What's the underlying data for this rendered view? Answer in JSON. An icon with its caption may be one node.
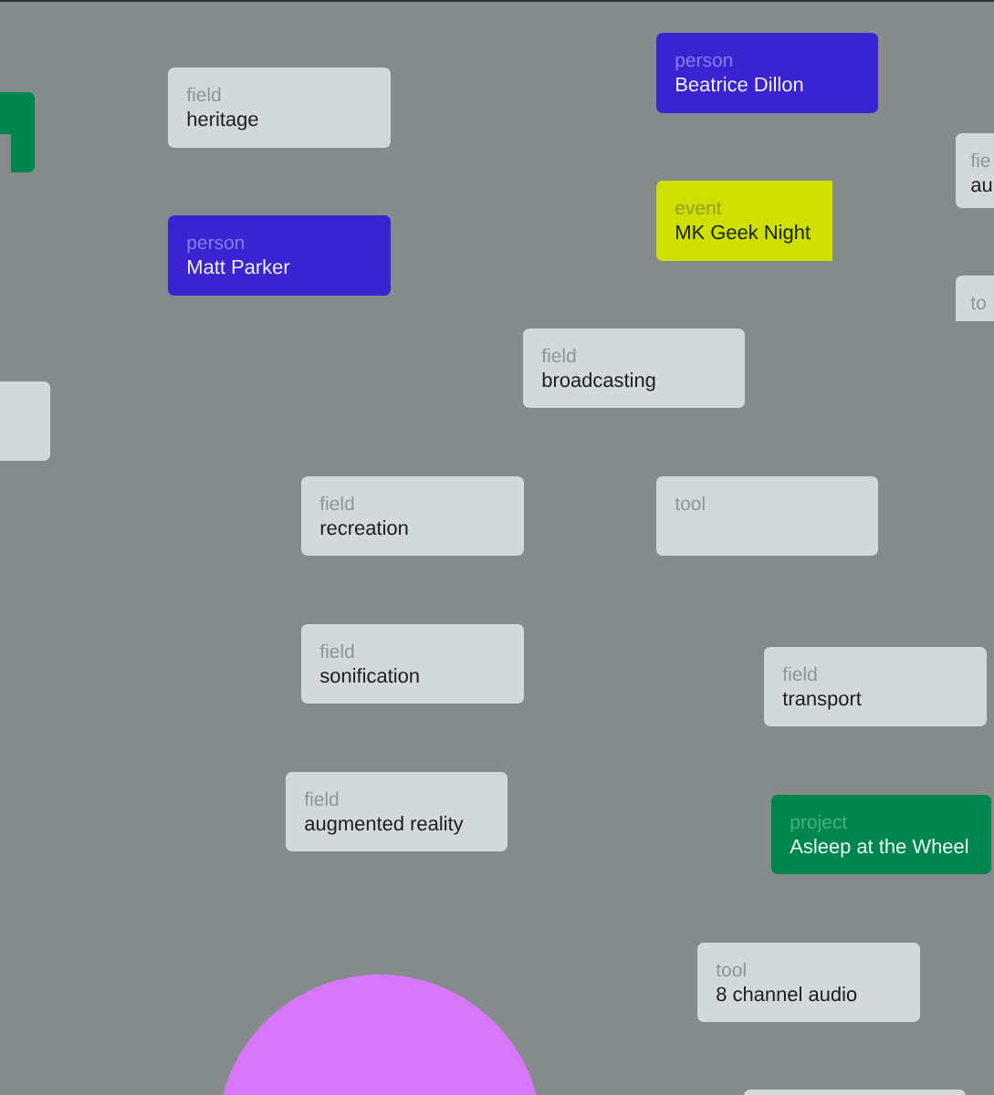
{
  "diagram": {
    "nodes": [
      {
        "text": [
          "person",
          "Beatrice Dillon"
        ]
      },
      {
        "text": [
          "field",
          "heritage"
        ]
      },
      {
        "text": [],
        "shape": "box"
      },
      {
        "text": [
          "fie",
          "au"
        ]
      },
      {
        "text": [
          "event",
          "MK Geek Night"
        ]
      },
      {
        "text": [
          "person",
          "Matt Parker"
        ]
      },
      {
        "text": [
          "to"
        ]
      },
      {
        "text": [
          "field",
          "broadcasting"
        ]
      },
      {
        "text": [],
        "shape": "box"
      },
      {
        "text": [
          "field",
          "recreation"
        ]
      },
      {
        "text": [
          "tool"
        ]
      },
      {
        "text": [
          "field",
          "sonification"
        ]
      },
      {
        "text": [
          "field",
          "transport"
        ]
      },
      {
        "text": [
          "field",
          "augmented reality"
        ]
      },
      {
        "text": [
          "project",
          "Asleep at the Wheel"
        ]
      },
      {
        "text": [
          "tool",
          "8 channel audio"
        ]
      },
      {
        "text": [],
        "shape": "circle"
      },
      {
        "text": [],
        "shape": "box"
      }
    ]
  }
}
